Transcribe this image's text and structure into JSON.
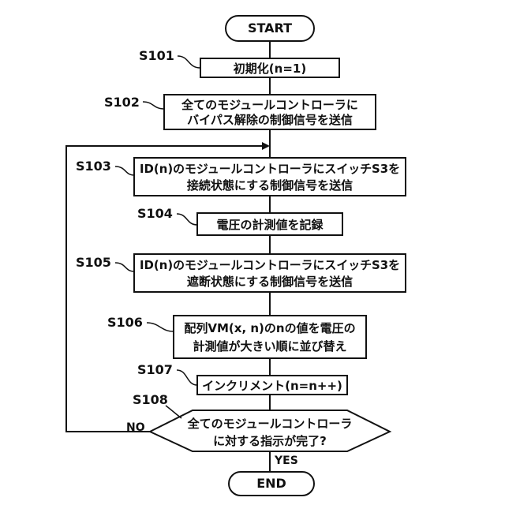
{
  "start": "START",
  "end": "END",
  "steps": [
    {
      "id": "S101",
      "lines": [
        "初期化(n=1)"
      ]
    },
    {
      "id": "S102",
      "lines": [
        "全てのモジュールコントローラに",
        "バイパス解除の制御信号を送信"
      ]
    },
    {
      "id": "S103",
      "lines": [
        "ID(n)のモジュールコントローラにスイッチS3を",
        "接続状態にする制御信号を送信"
      ]
    },
    {
      "id": "S104",
      "lines": [
        "電圧の計測値を記録"
      ]
    },
    {
      "id": "S105",
      "lines": [
        "ID(n)のモジュールコントローラにスイッチS3を",
        "遮断状態にする制御信号を送信"
      ]
    },
    {
      "id": "S106",
      "lines": [
        "配列VM(x, n)のnの値を電圧の",
        "計測値が大きい順に並び替え"
      ]
    },
    {
      "id": "S107",
      "lines": [
        "インクリメント(n=n++)"
      ]
    }
  ],
  "decision": {
    "id": "S108",
    "lines": [
      "全てのモジュールコントローラ",
      "に対する指示が完了?"
    ],
    "no": "NO",
    "yes": "YES"
  }
}
